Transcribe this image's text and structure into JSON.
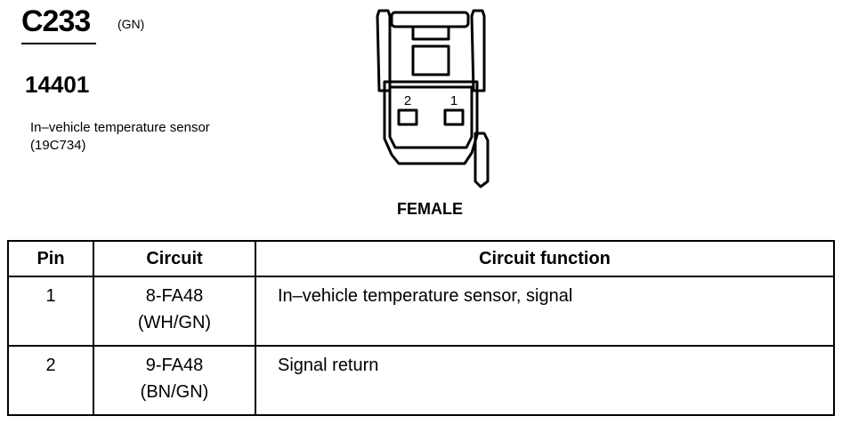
{
  "connector": {
    "id": "C233",
    "color_code": "(GN)",
    "part_number": "14401",
    "description": "In–vehicle temperature sensor",
    "base_part": "(19C734)",
    "gender": "FEMALE",
    "pin_labels": [
      "2",
      "1"
    ]
  },
  "table": {
    "headers": {
      "pin": "Pin",
      "circuit": "Circuit",
      "function": "Circuit function"
    },
    "rows": [
      {
        "pin": "1",
        "circuit": "8-FA48",
        "wire": "(WH/GN)",
        "function": "In–vehicle temperature sensor, signal"
      },
      {
        "pin": "2",
        "circuit": "9-FA48",
        "wire": "(BN/GN)",
        "function": "Signal return"
      }
    ]
  }
}
